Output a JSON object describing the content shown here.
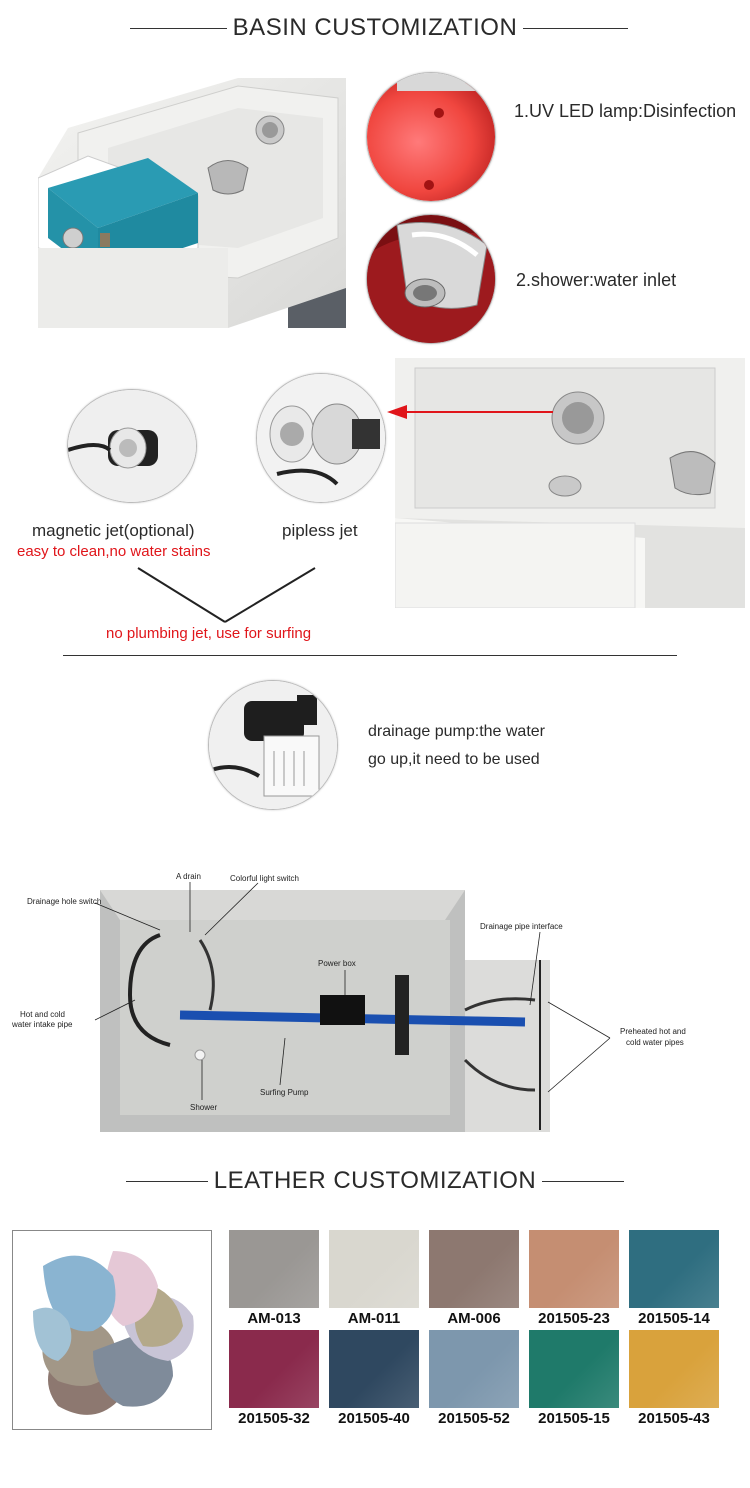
{
  "basin": {
    "title": "BASIN CUSTOMIZATION",
    "feature_uv": "1.UV LED lamp:Disinfection",
    "feature_shower": "2.shower:water inlet",
    "jet_magnetic": "magnetic jet(optional)",
    "jet_magnetic_note": "easy to clean,no water stains",
    "jet_pipless": "pipless jet",
    "jet_note": "no plumbing jet, use for surfing",
    "pump_line1": "drainage pump:the water",
    "pump_line2": "go up,it need to be used"
  },
  "diagram": {
    "a_drain": "A drain",
    "light_switch": "Colorful light switch",
    "drain_hole": "Drainage hole switch",
    "drain_pipe": "Drainage pipe interface",
    "power_box": "Power box",
    "hot_cold_line1": "Hot and cold",
    "hot_cold_line2": "water intake pipe",
    "preheated_line1": "Preheated hot and",
    "preheated_line2": "cold water pipes",
    "surfing_pump": "Surfing Pump",
    "shower": "Shower"
  },
  "leather": {
    "title": "LEATHER CUSTOMIZATION",
    "swatches": [
      {
        "code": "AM-013",
        "color": "#9a9794"
      },
      {
        "code": "AM-011",
        "color": "#d9d7cf"
      },
      {
        "code": "AM-006",
        "color": "#8d7870"
      },
      {
        "code": "201505-23",
        "color": "#c58e72"
      },
      {
        "code": "201505-14",
        "color": "#2f6e80"
      },
      {
        "code": "201505-32",
        "color": "#8a2a4c"
      },
      {
        "code": "201505-40",
        "color": "#2f4860"
      },
      {
        "code": "201505-52",
        "color": "#7d97ad"
      },
      {
        "code": "201505-15",
        "color": "#1f7a6a"
      },
      {
        "code": "201505-43",
        "color": "#d9a23c"
      }
    ]
  }
}
